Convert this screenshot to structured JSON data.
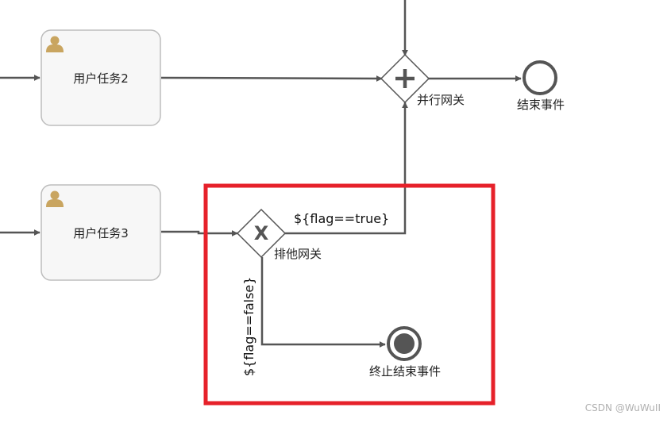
{
  "diagram": {
    "tasks": [
      {
        "id": "task2",
        "label": "用户任务2"
      },
      {
        "id": "task3",
        "label": "用户任务3"
      }
    ],
    "parallel_gateway": {
      "label": "并行网关"
    },
    "exclusive_gateway": {
      "label": "排他网关",
      "marker": "X"
    },
    "end_event": {
      "label": "结束事件"
    },
    "terminate_end_event": {
      "label": "终止结束事件"
    },
    "flows": {
      "true_condition": "${flag==true}",
      "false_condition": "${flag==false}"
    },
    "highlight_color": "#e6212a",
    "line_color": "#555555"
  },
  "watermark": "CSDN @WuWuII"
}
